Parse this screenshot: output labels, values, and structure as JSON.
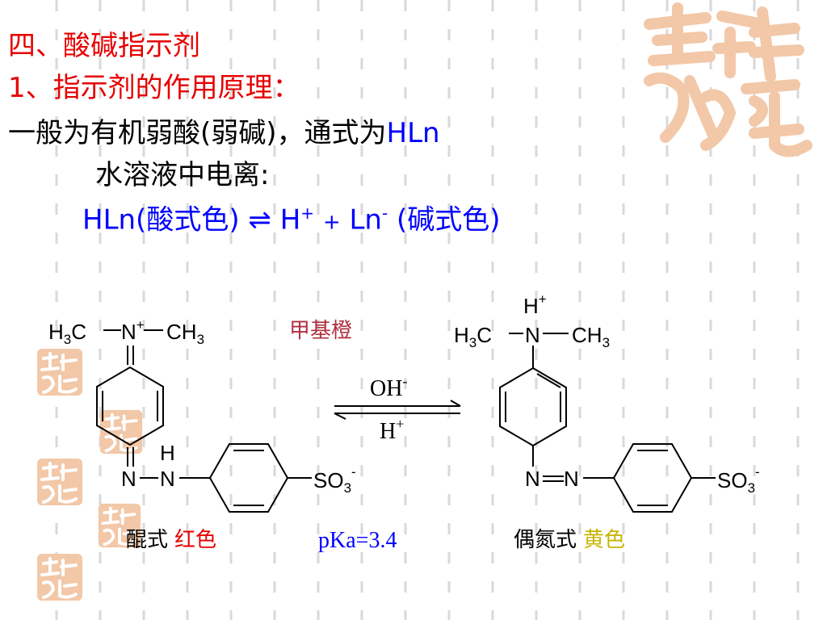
{
  "slide": {
    "title": "四、酸碱指示剂",
    "subtitle": "1、指示剂的作用原理：",
    "line3_prefix": "一般为有机弱酸(弱碱)，通式为",
    "line3_formula": "HLn",
    "line4": "水溶液中电离:",
    "equation": {
      "left": "HLn(酸式色)",
      "arrow": "⇌",
      "h": "H",
      "h_charge": "+",
      "plus": "+",
      "ln": "Ln",
      "ln_charge": "-",
      "right": "(碱式色)"
    }
  },
  "figure": {
    "compound_name": "甲基橙",
    "left_structure": {
      "top_left": "H",
      "top_left_sub": "3",
      "top_left_c": "C",
      "n_plus": "N",
      "n_plus_charge": "+",
      "top_right": "CH",
      "top_right_sub": "3",
      "n1": "N",
      "n2": "N",
      "nh_h": "H",
      "so3": "SO",
      "so3_sub": "3",
      "so3_charge": "-",
      "form_label": "醌式",
      "color_label": "红色"
    },
    "right_structure": {
      "h_plus": "H",
      "h_plus_charge": "+",
      "top_left": "H",
      "top_left_sub": "3",
      "top_left_c": "C",
      "n": "N",
      "top_right": "CH",
      "top_right_sub": "3",
      "n1": "N",
      "n2": "N",
      "so3": "SO",
      "so3_sub": "3",
      "so3_charge": "-",
      "form_label": "偶氮式",
      "color_label": "黄色"
    },
    "arrow_top": "OH",
    "arrow_top_charge": "-",
    "arrow_bottom": "H",
    "arrow_bottom_charge": "+",
    "pka": "pKa=3.4"
  },
  "colors": {
    "title_red": "#e60000",
    "text_black": "#000000",
    "formula_blue": "#0000ff",
    "compound_name": "#b03040",
    "yellow_label": "#c8b400",
    "seal_orange": "#f2c8a8",
    "grid_gray": "#d9d9d9"
  },
  "decorations": {
    "seal_icon": "ji-xiang-ru-yi-seal-icon"
  }
}
